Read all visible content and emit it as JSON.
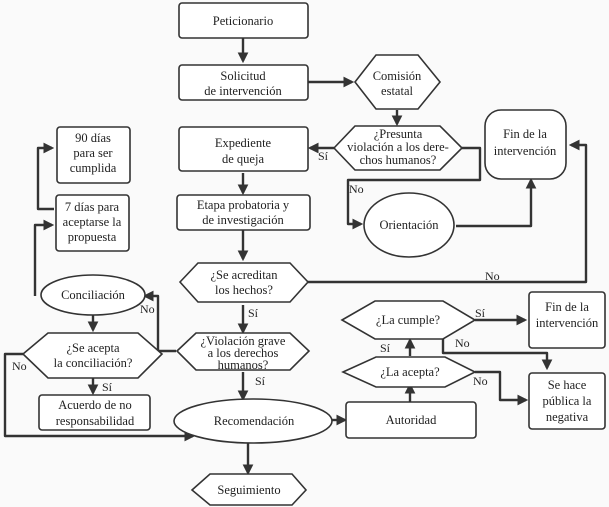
{
  "nodes": {
    "peticionario": [
      "Peticionario"
    ],
    "solicitud": [
      "Solicitud",
      "de intervención"
    ],
    "comision": [
      "Comisión",
      "estatal"
    ],
    "presunta": [
      "¿Presunta",
      "violación a los dere-",
      "chos humanos?"
    ],
    "fin1": [
      "Fin de la",
      "intervención"
    ],
    "expediente": [
      "Expediente",
      "de queja"
    ],
    "orientacion": [
      "Orientación"
    ],
    "etapa": [
      "Etapa probatoria y",
      "de investigación"
    ],
    "dias90": [
      "90 días",
      "para ser",
      "cumplida"
    ],
    "dias7": [
      "7 días para",
      "aceptarse la",
      "propuesta"
    ],
    "acreditan": [
      "¿Se acreditan",
      "los hechos?"
    ],
    "conciliacion": [
      "Conciliación"
    ],
    "violacion_grave": [
      "¿Violación grave",
      "a los derechos",
      "humanos?"
    ],
    "se_acepta": [
      "¿Se acepta",
      "la conciliación?"
    ],
    "acuerdo": [
      "Acuerdo de no",
      "responsabilidad"
    ],
    "recomendacion": [
      "Recomendación"
    ],
    "seguimiento": [
      "Seguimiento"
    ],
    "autoridad": [
      "Autoridad"
    ],
    "la_acepta": [
      "¿La acepta?"
    ],
    "la_cumple": [
      "¿La cumple?"
    ],
    "fin2": [
      "Fin de la",
      "intervención"
    ],
    "publica": [
      "Se hace",
      "pública la",
      "negativa"
    ]
  },
  "edge_labels": {
    "presunta_si": "Sí",
    "presunta_no": "No",
    "acreditan_no": "No",
    "acreditan_si": "Sí",
    "grave_no": "No",
    "grave_si": "Sí",
    "se_acepta_no": "No",
    "se_acepta_si": "Sí",
    "la_acepta_si": "Sí",
    "la_acepta_no": "No",
    "la_cumple_si": "Sí",
    "la_cumple_no": "No"
  }
}
